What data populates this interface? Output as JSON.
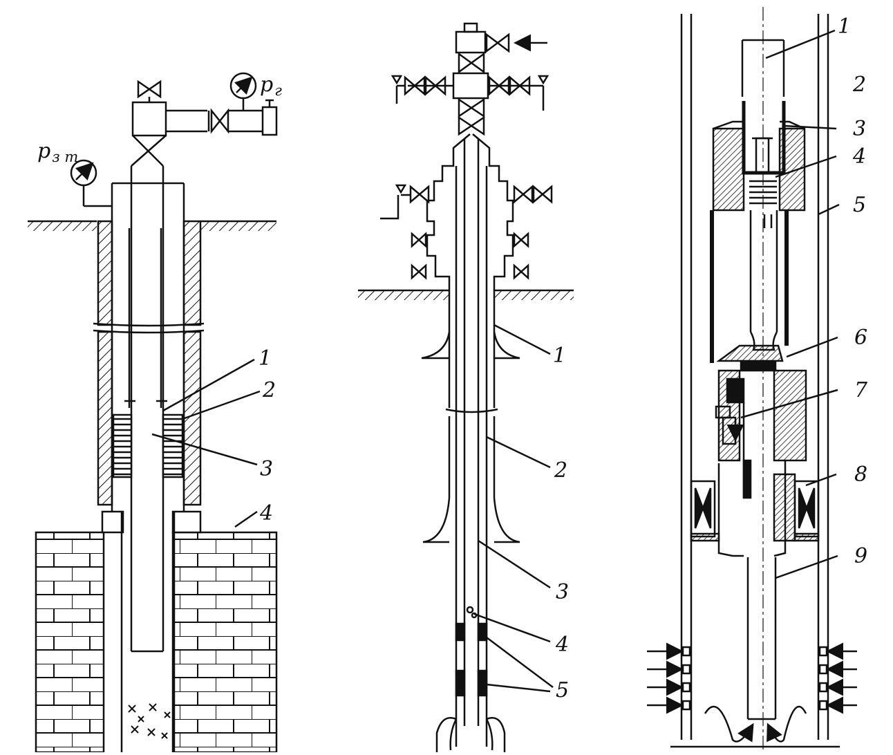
{
  "figure_1": {
    "pressure_left": {
      "symbol": "p",
      "subscript": "з т"
    },
    "pressure_right": {
      "symbol": "p",
      "subscript": "г"
    },
    "callouts": [
      "1",
      "2",
      "3",
      "4"
    ]
  },
  "figure_2": {
    "callouts": [
      "1",
      "2",
      "3",
      "4",
      "5"
    ]
  },
  "figure_3": {
    "callouts": [
      "1",
      "2",
      "3",
      "4",
      "5",
      "6",
      "7",
      "8",
      "9"
    ]
  },
  "colors": {
    "ink": "#111111",
    "paper": "#ffffff"
  }
}
